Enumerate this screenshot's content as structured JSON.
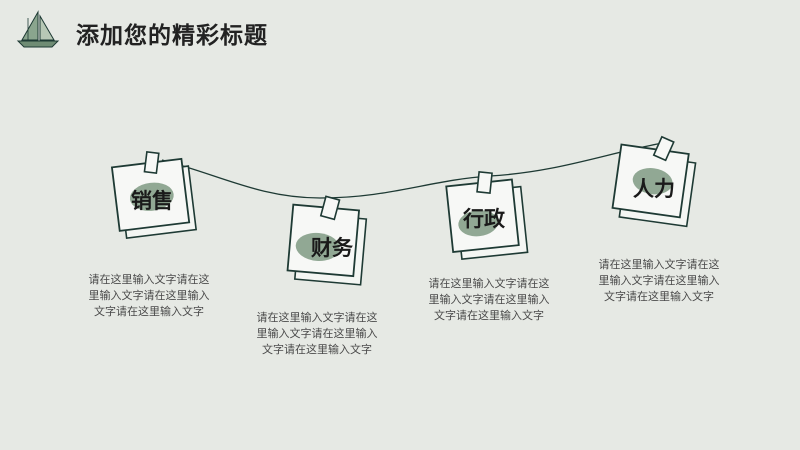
{
  "slide": {
    "title": "添加您的精彩标题",
    "colors": {
      "background": "#e6e9e4",
      "accent": "#7f9a82",
      "ink": "#1e3a34"
    }
  },
  "notes": [
    {
      "label": "销售",
      "text": "请在这里输入文字请在这里输入文字请在这里输入文字请在这里输入文字"
    },
    {
      "label": "财务",
      "text": "请在这里输入文字请在这里输入文字请在这里输入文字请在这里输入文字"
    },
    {
      "label": "行政",
      "text": "请在这里输入文字请在这里输入文字请在这里输入文字请在这里输入文字"
    },
    {
      "label": "人力",
      "text": "请在这里输入文字请在这里输入文字请在这里输入文字请在这里输入文字"
    }
  ]
}
